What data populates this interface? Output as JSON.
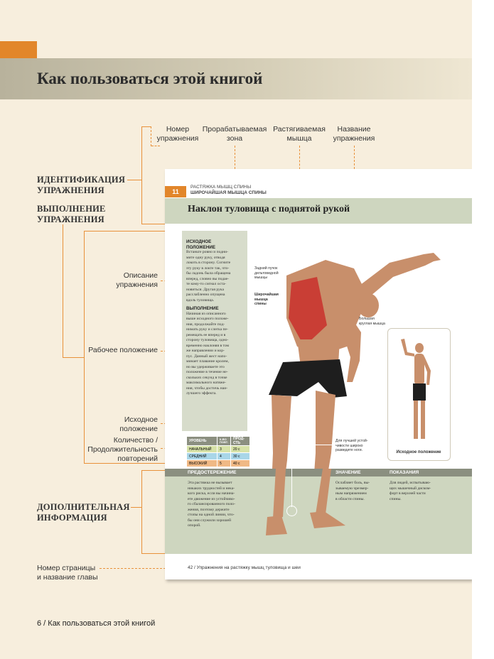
{
  "page_title": "Как пользоваться этой книгой",
  "top_labels": {
    "exercise_number": "Номер\nупражнения",
    "worked_zone": "Прорабатываемая\nзона",
    "stretched_muscle": "Растягиваемая\nмышца",
    "exercise_name": "Название\nупражнения"
  },
  "sections": {
    "identification": "ИДЕНТИФИКАЦИЯ\nУПРАЖНЕНИЯ",
    "execution": "ВЫПОЛНЕНИЕ\nУПРАЖНЕНИЯ",
    "additional_info": "ДОПОЛНИТЕЛЬНАЯ\nИНФОРМАЦИЯ"
  },
  "side_labels": {
    "description": "Описание\nупражнения",
    "working_position": "Рабочее положение",
    "start_position": "Исходное\nположение",
    "repetitions": "Количество /\nПродолжительность\nповторений",
    "page_number": "Номер страницы\nи название главы"
  },
  "inner_page": {
    "exercise_num": "11",
    "category_line1": "РАСТЯЖКА МЫШЦ СПИНЫ",
    "category_line2": "ШИРОЧАЙШАЯ МЫШЦА СПИНЫ",
    "exercise_title": "Наклон туловища с поднятой рукой",
    "start_heading": "ИСХОДНОЕ\nПОЛОЖЕНИЕ",
    "start_text": "Встаньте ровно и подни-\nмите одну руку, отводя\nлокоть в сторону. Согните\nэту руку в локте так, что-\nбы ладонь была обращена\nвперед, словно вы подае-\nте кому-то сигнал оста-\nновиться. Другая рука\nрасслабленно опущена\nвдоль туловища.",
    "exec_heading": "ВЫПОЛНЕНИЕ",
    "exec_text": "Начиная из описанного\nвыше исходного положе-\nния, продолжайте под-\nнимать руку и слегка пе-\nремещать ее вперед и в\nсторону туловища, одно-\nвременно наклоняя в том\nже направлении и кор-\nпус. Данный жест напо-\nминает плавание кролем,\nно вы удерживаете это\nположение в течение не-\nскольких секунд в точке\nмаксимального натяже-\nния, чтобы достичь наи-\nлучшего эффекта.",
    "muscle_labels": {
      "deltoid": "Задний пучок\nдельтовидной\nмышцы",
      "lat": "Широчайшая\nмышца\nспины",
      "teres": "Большая\nкруглая мышца"
    },
    "table": {
      "headers": [
        "УРОВЕНЬ",
        "К-ВО\nПОВТ.",
        "ПРОД-СТЬ"
      ],
      "rows": [
        [
          "НАЧАЛЬНЫЙ",
          "3",
          "20 с"
        ],
        [
          "СРЕДНИЙ",
          "4",
          "30 с"
        ],
        [
          "ВЫСОКИЙ",
          "5",
          "40 с"
        ]
      ]
    },
    "tip_text": "Для лучшей устой-\nчивости широко\nразведите ноги.",
    "start_fig_label": "Исходное положение",
    "info_headers": {
      "warning": "ПРЕДОСТЕРЕЖЕНИЕ",
      "meaning": "ЗНАЧЕНИЕ",
      "indications": "ПОКАЗАНИЯ"
    },
    "warning_text": "Эта растяжка не вызывает\nникаких трудностей и нека-\nкого риска, если вы начина-\nете движение из устойчиво-\nго сбалансированного поло-\nжения, поэтому держите\nстопы на одной линии, что-\nбы они служили хорошей\nопорой.",
    "meaning_text": "Ослабляет боль, вы-\nзываемую чрезмер-\nным напряжением\nв области спины.",
    "indications_text": "Для людей, испытываю-\nщих мышечный диском-\nфорт в верхней части\nспины.",
    "footer": "42 / Упражнения на растяжку мышц туловища и шеи"
  },
  "page_footer": "6 / Как пользоваться этой книгой",
  "colors": {
    "accent": "#e2862a",
    "band": "#ced6bf",
    "background": "#f7eedd"
  }
}
